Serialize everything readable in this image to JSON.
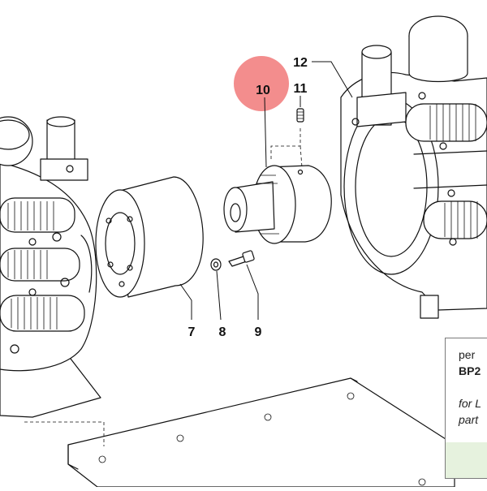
{
  "callouts": {
    "part_7": "7",
    "part_8": "8",
    "part_9": "9",
    "part_10": "10",
    "part_11": "11",
    "part_12": "12"
  },
  "highlight": {
    "part": "10",
    "color": "#f07474"
  },
  "legend": {
    "line1": "per",
    "line2": "BP2",
    "line3": "for L",
    "line4": "part",
    "band_color": "#e6f2de"
  }
}
